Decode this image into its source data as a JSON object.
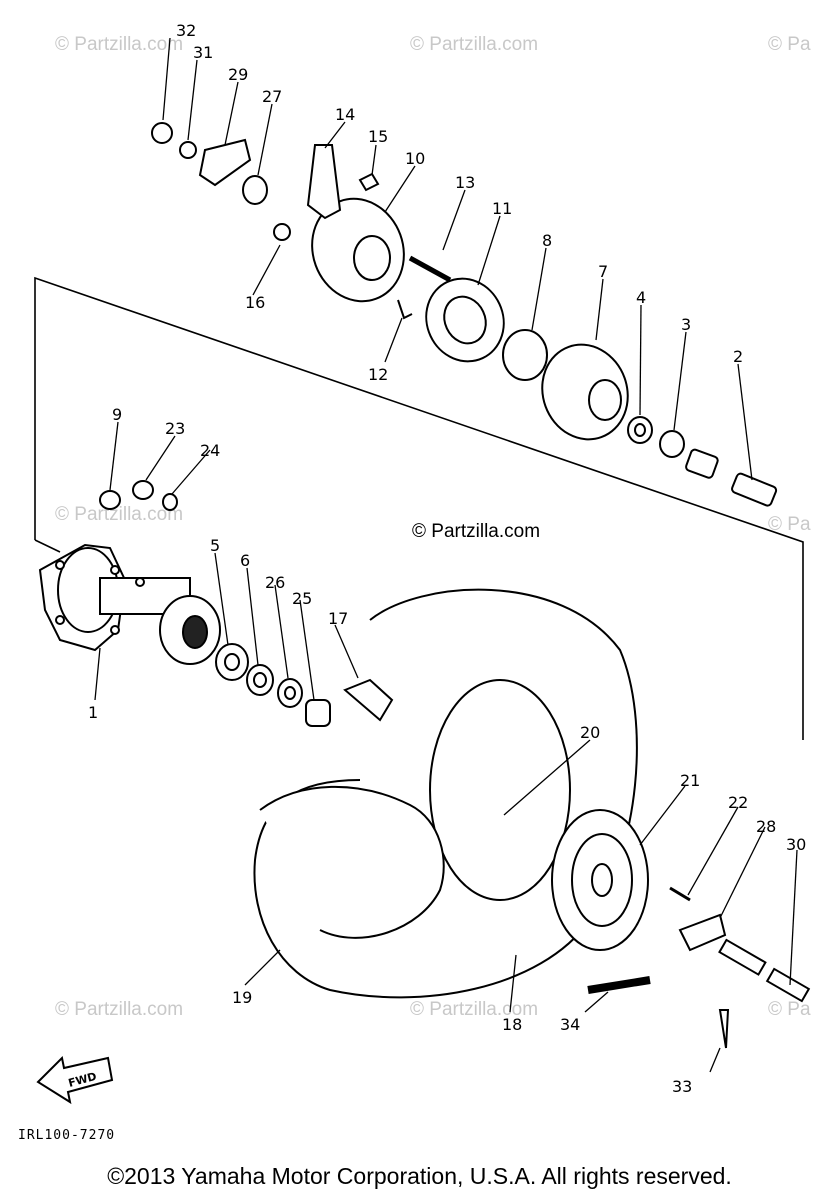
{
  "watermark": "© Partzilla.com",
  "watermark_partial": "© Pa",
  "center_watermark": "© Partzilla.com",
  "fwd_label": "FWD",
  "drawing_code": "IRL100-7270",
  "copyright": "©2013 Yamaha Motor Corporation, U.S.A. All rights reserved.",
  "callouts": [
    "1",
    "2",
    "3",
    "4",
    "5",
    "6",
    "7",
    "8",
    "9",
    "10",
    "11",
    "12",
    "13",
    "14",
    "15",
    "16",
    "17",
    "18",
    "19",
    "20",
    "21",
    "22",
    "23",
    "24",
    "25",
    "26",
    "27",
    "28",
    "29",
    "30",
    "31",
    "32",
    "33",
    "34"
  ]
}
